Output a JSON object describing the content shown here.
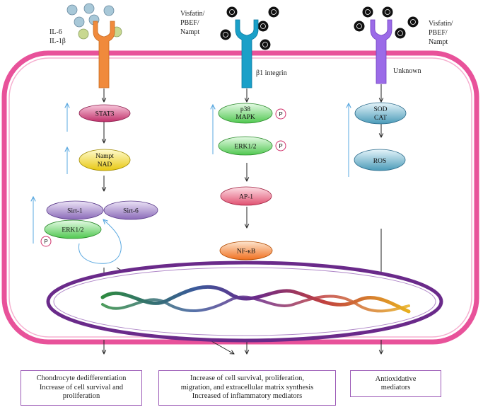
{
  "ligands": {
    "left": [
      "IL-6",
      "IL-1β"
    ],
    "middle": [
      "Visfatin/",
      "PBEF/",
      "Nampt"
    ],
    "right": [
      "Visfatin/",
      "PBEF/",
      "Nampt"
    ]
  },
  "receptors": {
    "middle": "β1 integrin",
    "right": "Unknown"
  },
  "nodes": {
    "stat3": "STAT3",
    "nampt": [
      "Nampt",
      "NAD"
    ],
    "sirt1": "Sirt-1",
    "sirt6": "Sirt-6",
    "erk_left": "ERK1/2",
    "p38": [
      "p38",
      "MAPK"
    ],
    "erk_mid": "ERK1/2",
    "ap1": "AP-1",
    "nfkb": "NF-κB",
    "sod": [
      "SOD",
      "CAT"
    ],
    "ros": "ROS",
    "phospho": "P"
  },
  "outcomes": {
    "left": [
      "Chondrocyte dedifferentiation",
      "Increase of cell survival and",
      "proliferation"
    ],
    "middle": [
      "Increase of cell survival, proliferation,",
      "migration, and extracellular matrix synthesis",
      "Increased of inflammatory mediators"
    ],
    "right": [
      "Antioxidative",
      "mediators"
    ]
  },
  "colors": {
    "cell_membrane": "#e8529a",
    "nucleus": "#6a2a8a",
    "receptor_left": "#f08a3c",
    "receptor_middle": "#1aa0c8",
    "receptor_right": "#9b6be8",
    "stat3": "#c0306a",
    "nampt": "#e8c810",
    "sirt": "#8a6ab8",
    "erk": "#50c850",
    "ap1": "#e05070",
    "nfkb": "#f07020",
    "sod_ros": "#4a9ab8",
    "up_arrow": "#5aa8e0"
  }
}
